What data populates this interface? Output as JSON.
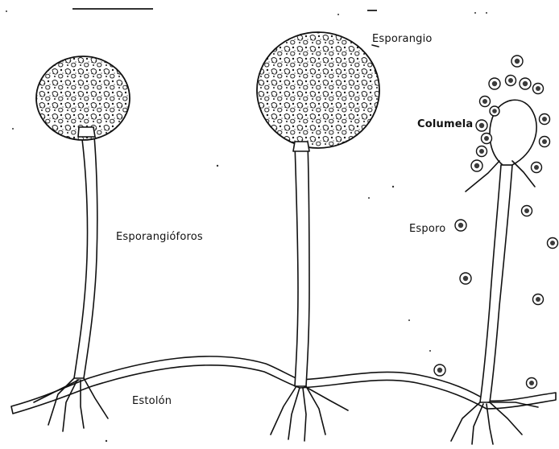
{
  "diagram": {
    "labels": {
      "sporangium": "Esporangio",
      "columella": "Columela",
      "sporangiophores": "Esporangióforos",
      "spore": "Esporo",
      "stolon": "Estolón"
    },
    "colors": {
      "ink": "#111111",
      "background": "#ffffff"
    },
    "icons": {
      "sporangium": "mottled-sphere",
      "spore": "ringed-cell"
    }
  }
}
